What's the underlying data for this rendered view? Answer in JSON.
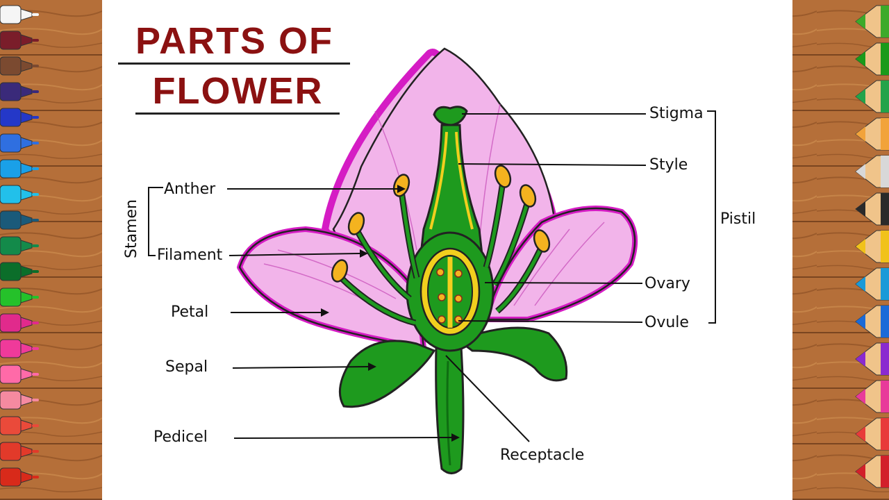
{
  "title": {
    "line1": "PARTS OF",
    "line2": "FLOWER"
  },
  "labels": {
    "stigma": "Stigma",
    "style": "Style",
    "pistil": "Pistil",
    "ovary": "Ovary",
    "ovule": "Ovule",
    "anther": "Anther",
    "filament": "Filament",
    "stamen": "Stamen",
    "petal": "Petal",
    "sepal": "Sepal",
    "pedicel": "Pedicel",
    "receptacle": "Receptacle"
  },
  "colors": {
    "title": "#8b1111",
    "petal_fill": "#f2b4ea",
    "petal_edge": "#d51cc4",
    "green": "#1e9a1e",
    "dark_green": "#0f6d12",
    "yellow": "#f2cf1e",
    "anther": "#f4b31f",
    "wood": "#b06a35"
  },
  "markers_left": [
    "#f5f5f5",
    "#7a1d2a",
    "#7b4a30",
    "#3a2a7a",
    "#2438c8",
    "#2f6fe0",
    "#1aa0e8",
    "#22c0ea",
    "#1a5a7a",
    "#138a4a",
    "#0b6e2a",
    "#25c12a",
    "#e12a8c",
    "#ef3a9a",
    "#ff6aa8",
    "#f58aa0",
    "#ea4a3a",
    "#e23a2a",
    "#d82a1a"
  ],
  "pencils_right": [
    "#3caa2a",
    "#1a9a1a",
    "#23a34a",
    "#f2a33a",
    "#d8d8d8",
    "#2a2a2a",
    "#f1c21a",
    "#1a9ad8",
    "#1a6ad8",
    "#8a2ad0",
    "#e83a9a",
    "#e83a3a",
    "#d2202a"
  ]
}
